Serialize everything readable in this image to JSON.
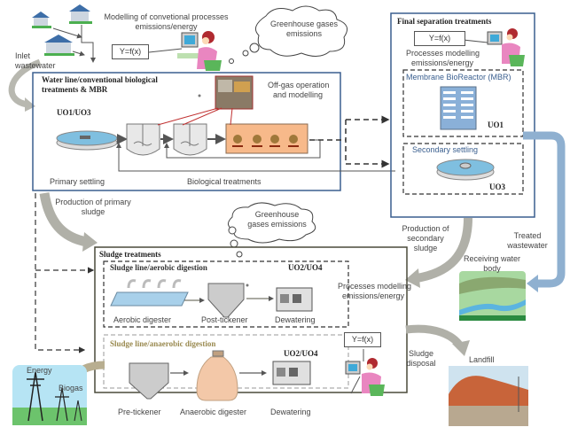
{
  "top": {
    "inlet_label": "Inlet\nwastewater",
    "modelling_title": "Modelling of convetional processes emissions/energy",
    "formula": "Y=f(x)",
    "ghg_top": "Greenhouse gases emissions"
  },
  "water_line": {
    "title_line1": "Water line/conventional biological",
    "title_line2": "treatments & MBR",
    "unit": "UO1/UO3",
    "offgas_label_line1": "Off-gas operation",
    "offgas_label_line2": "and modelling",
    "primary_settling": "Primary settling",
    "biological_treatments": "Biological treatments"
  },
  "final_separation": {
    "title": "Final separation treatments",
    "formula": "Y=f(x)",
    "modelling_line1": "Processes modelling",
    "modelling_line2": "emissions/energy",
    "mbr_label": "Membrane BioReactor (MBR)",
    "mbr_unit": "UO1",
    "secondary_settling": "Secondary settling",
    "secondary_unit": "UO3"
  },
  "flows": {
    "primary_sludge_line1": "Production of primary",
    "primary_sludge_line2": "sludge",
    "secondary_sludge_line1": "Production of",
    "secondary_sludge_line2": "secondary",
    "secondary_sludge_line3": "sludge",
    "treated_line1": "Treated",
    "treated_line2": "wastewater",
    "sludge_disposal_line1": "Sludge",
    "sludge_disposal_line2": "disposal",
    "energy": "Energy",
    "biogas": "Biogas"
  },
  "ghg_middle": {
    "line1": "Greenhouse",
    "line2": "gases emissions"
  },
  "sludge": {
    "title": "Sludge treatments",
    "aerobic": {
      "title": "Sludge line/aerobic digestion",
      "unit": "UO2/UO4",
      "steps": [
        "Aerobic digester",
        "Post-tickener",
        "Dewatering"
      ]
    },
    "anaerobic": {
      "title": "Sludge line/anaerobic digestion",
      "unit": "UO2/UO4",
      "steps": [
        "Pre-tickener",
        "Anaerobic digester",
        "Dewatering"
      ]
    },
    "modelling_line1": "Processes modelling",
    "modelling_line2": "emissions/energy",
    "formula": "Y=f(x)"
  },
  "destinations": {
    "receiving_line1": "Receiving water",
    "receiving_line2": "body",
    "landfill": "Landfill"
  },
  "colors": {
    "blue_frame": "#3a5f8f",
    "sludge_frame": "#4a4a3a",
    "anaerobic_title": "#9a8a50",
    "grey_arrow": "#b0b0a8",
    "blue_arrow": "#8fb0d0",
    "biogas_arrow": "#b8ae90",
    "reactor_fill": "#f7b98a"
  }
}
